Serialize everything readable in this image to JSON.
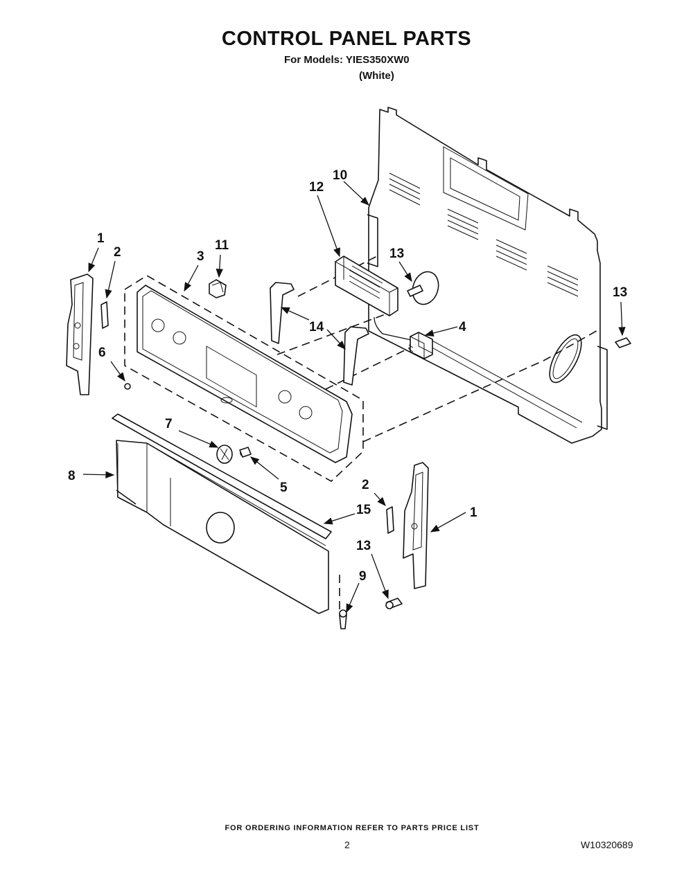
{
  "header": {
    "title": "CONTROL PANEL PARTS",
    "models_line": "For Models: YIES350XW0",
    "color_line": "(White)"
  },
  "footer": {
    "ordering_note": "FOR ORDERING INFORMATION REFER TO PARTS PRICE LIST",
    "page_number": "2",
    "document_number": "W10320689"
  },
  "callouts": {
    "c1_left": "1",
    "c2_left": "2",
    "c3": "3",
    "c11": "11",
    "c12": "12",
    "c10": "10",
    "c13_top": "13",
    "c13_right": "13",
    "c14": "14",
    "c4": "4",
    "c6": "6",
    "c7": "7",
    "c8": "8",
    "c5": "5",
    "c2_right": "2",
    "c15": "15",
    "c1_right": "1",
    "c13_bottom": "13",
    "c9": "9"
  }
}
